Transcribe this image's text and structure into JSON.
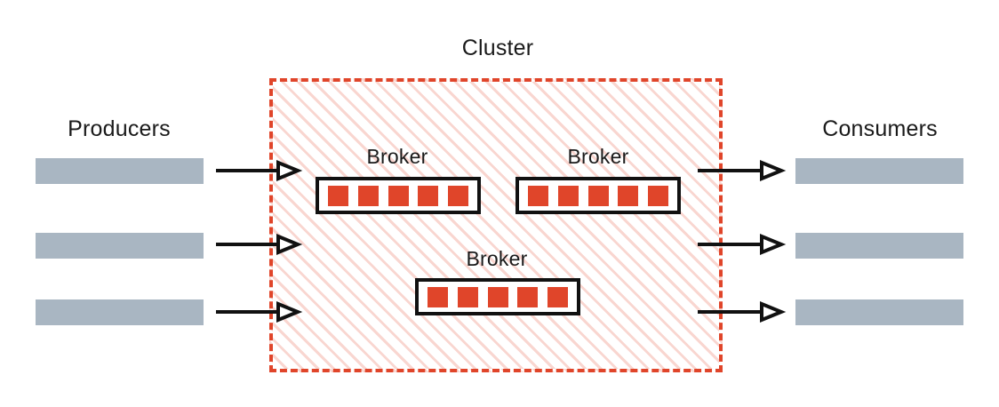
{
  "diagram": {
    "title": "Cluster",
    "producers": {
      "label": "Producers",
      "nodes": [
        "",
        "",
        ""
      ],
      "count": 3
    },
    "consumers": {
      "label": "Consumers",
      "nodes": [
        "",
        "",
        ""
      ],
      "count": 3
    },
    "cluster": {
      "label": "Cluster",
      "brokers": [
        {
          "label": "Broker",
          "partitions": 5
        },
        {
          "label": "Broker",
          "partitions": 5
        },
        {
          "label": "Broker",
          "partitions": 5
        }
      ]
    },
    "arrows": {
      "inbound_count": 3,
      "outbound_count": 3,
      "head_style": "open-triangle"
    },
    "colors": {
      "accent_red": "#e0452a",
      "partition_red": "#e0452a",
      "endpoint_gray": "#a9b6c2",
      "stroke_black": "#111111",
      "hatch_pink": "#e7604a",
      "background": "#ffffff",
      "text": "#1a1a1a"
    }
  }
}
